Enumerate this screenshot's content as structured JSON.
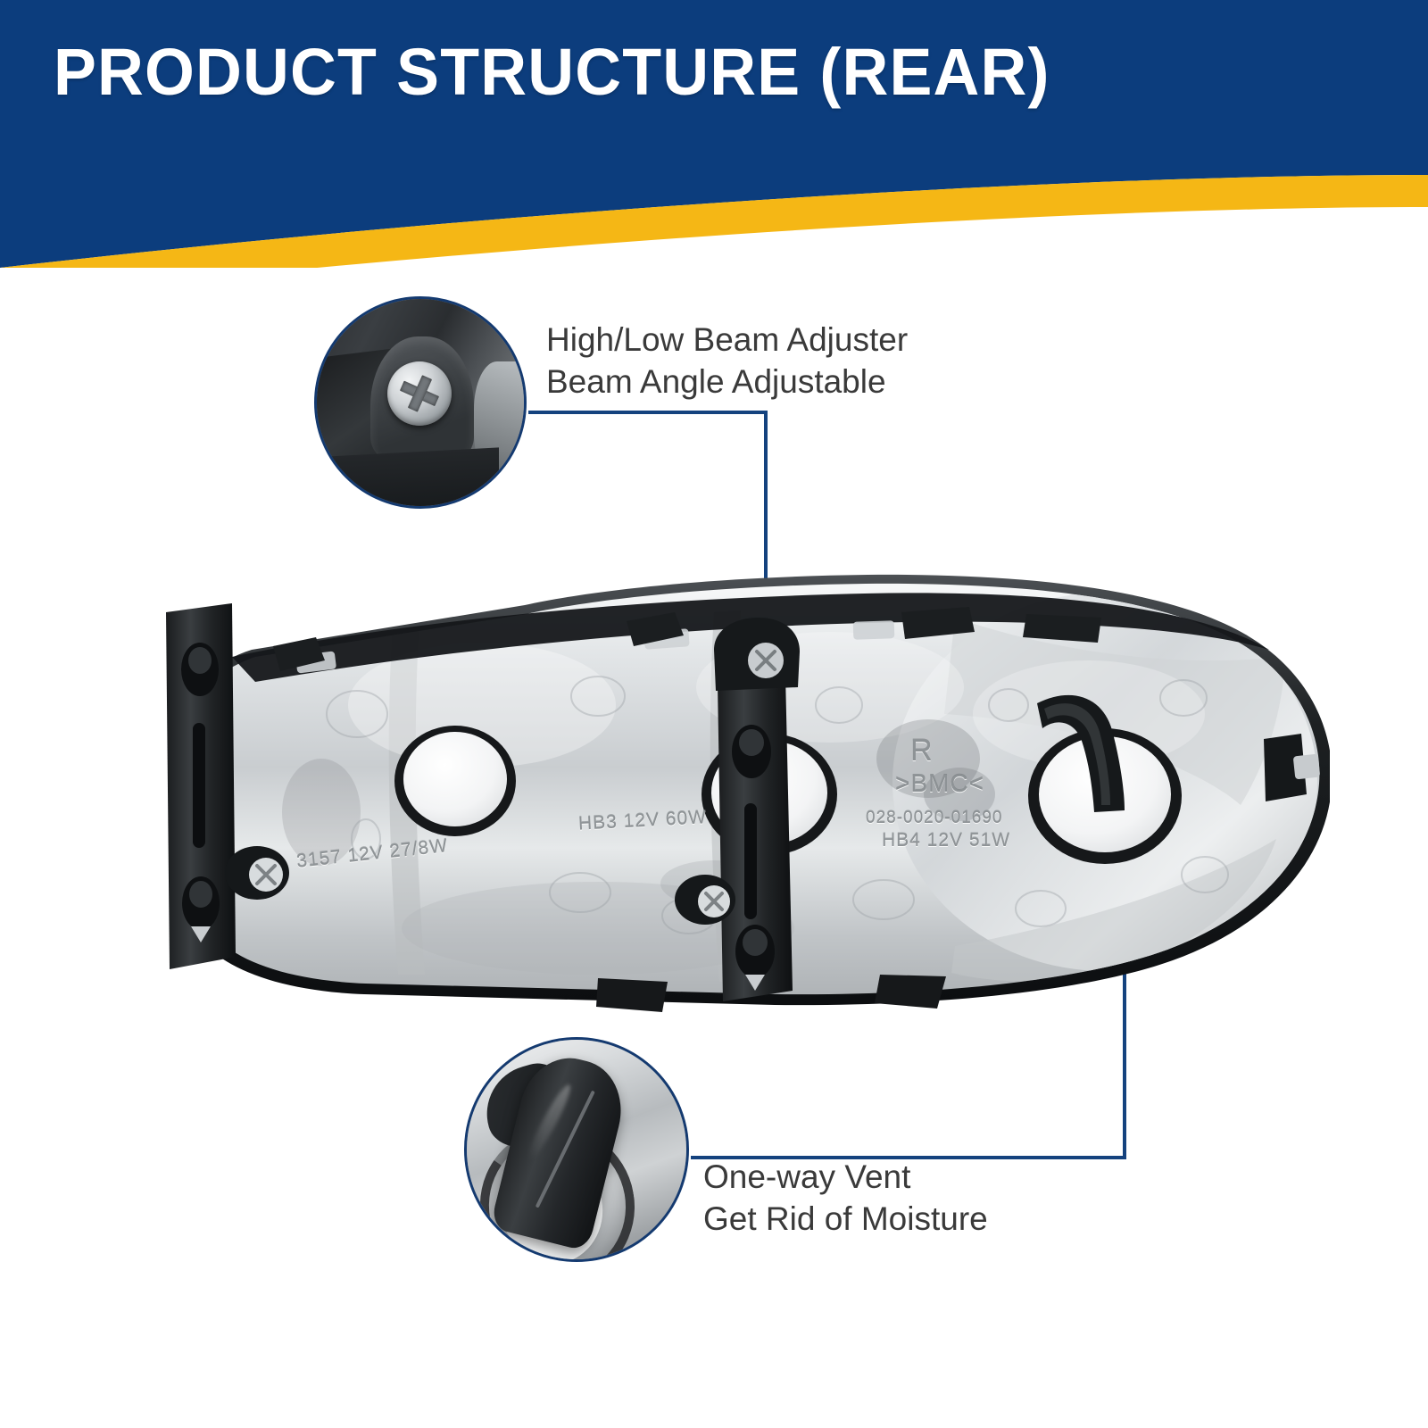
{
  "header": {
    "title": "PRODUCT STRUCTURE (REAR)",
    "band_color": "#0c3d7d",
    "accent_color": "#f5b715",
    "title_color": "#ffffff"
  },
  "callouts": [
    {
      "id": "beam-adjuster",
      "line1": "High/Low Beam Adjuster",
      "line2": "Beam Angle Adjustable",
      "zoom_image_name": "beam-adjuster-screw-closeup",
      "anchor_label": "adjuster-screw-anchor"
    },
    {
      "id": "one-way-vent",
      "line1": "One-way Vent",
      "line2": "Get Rid of Moisture",
      "zoom_image_name": "one-way-vent-closeup",
      "anchor_label": "vent-tube-anchor"
    }
  ],
  "product": {
    "name": "headlight-housing-rear-view",
    "embossed_markings": {
      "turn_bulb": "3157 12V 27/8W",
      "high_beam_bulb": "HB3 12V 60W",
      "side_marker": "R",
      "material_code": ">BMC<",
      "part_code": "028-0020-01690",
      "low_beam_bulb": "HB4 12V 51W"
    }
  },
  "style": {
    "line_color": "#14427e",
    "dot_color": "#3d6fa8",
    "text_color": "#3a3a3a",
    "circle_border": "#143a70"
  }
}
